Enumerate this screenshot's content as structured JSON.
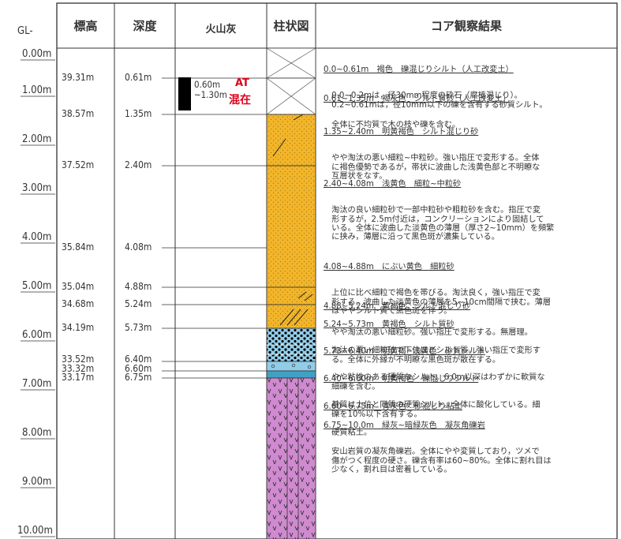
{
  "headers": {
    "gl": "GL-",
    "elevation": "標高",
    "depth": "深度",
    "tephra": "火山灰",
    "column": "柱状図",
    "observation": "コア観察結果"
  },
  "gl_ticks": [
    "0.00m",
    "1.00m",
    "2.00m",
    "3.00m",
    "4.00m",
    "5.00m",
    "6.00m",
    "7.00m",
    "8.00m",
    "9.00m",
    "10.00m"
  ],
  "boundaries": [
    {
      "elev": "39.31m",
      "depth": "0.61m"
    },
    {
      "elev": "38.57m",
      "depth": "1.35m"
    },
    {
      "elev": "37.52m",
      "depth": "2.40m"
    },
    {
      "elev": "35.84m",
      "depth": "4.08m"
    },
    {
      "elev": "35.04m",
      "depth": "4.88m"
    },
    {
      "elev": "34.68m",
      "depth": "5.24m"
    },
    {
      "elev": "34.19m",
      "depth": "5.73m"
    },
    {
      "elev": "33.52m",
      "depth": "6.40m"
    },
    {
      "elev": "33.32m",
      "depth": "6.60m"
    },
    {
      "elev": "33.17m",
      "depth": "6.75m"
    }
  ],
  "tephra": {
    "depth_range": "0.60m\n~1.30m",
    "name_line1": "AT",
    "name_line2": "混在",
    "accent_color": "#e0001b"
  },
  "observations": [
    {
      "title": "0.0~0.61m　褐色　礫混じりシルト（人工改変土）",
      "body": "　0.0~0.2mは，径30mm程度の砕石（腐植混じり）。\n　0.2~0.61mは，径10mm以下の礫を含有する砂質シルト。"
    },
    {
      "title": "0.61~1.35m　褐灰色　シルト質砂（人工改変土）",
      "body": "　全体に不均質で木の枝や礫を含む。"
    },
    {
      "title": "1.35~2.40m　明黄褐色　シルト混じり砂",
      "body": "　やや淘汰の悪い細粒~中粒砂。強い指圧で変形する。全体\n　に褐色優勢であるが，帯状に波曲した浅黄色部と不明瞭な\n　互層状をなす。"
    },
    {
      "title": "2.40~4.08m　浅黄色　細粒~中粒砂",
      "body": "　淘汰の良い細粒砂で一部中粒砂や粗粒砂を含む。指圧で変\n　形するが，2.5m付近は，コンクリーションにより固結して\n　いる。全体に波曲した淡黄色の薄層（厚さ2~10mm）を頻繁\n　に挟み，薄層に沿って黒色斑が濃集している。"
    },
    {
      "title": "4.08~4.88m　にぶい黄色　細粒砂",
      "body": "　上位に比べ細粒で褐色を帯びる。淘汰良く，強い指圧で変\n　形する。波曲した淡黄色の薄層を5~10cm間隔で挟む。薄層\n　はややシルト質で黒色斑を伴う。"
    },
    {
      "title": "4.88~5.24m　黄褐色　シルト混じり砂",
      "body": "　やや淘汰の悪い細粒砂。強い指圧で変形する。無層理。"
    },
    {
      "title": "5.24~5.73m　黄褐色　シルト質砂",
      "body": "　淘汰の悪い細粒砂で下位ほどシルト質。強い指圧で変形す\n　る。全体に外縁が不明瞭な黒色斑が散在する。"
    },
    {
      "title": "5.73~6.40m　明黄褐~浅黄色　砂質シルト",
      "body": "　やや粘性のある硬質なシルト。6.0m以深はわずかに軟質な\n　細礫を含む。"
    },
    {
      "title": "6.40~6.60m　明黄褐色　礫混じりシルト",
      "body": "　基質は上位と同質の硬質シルト。全体に酸化している。細\n　礫を10%以下含有する。"
    },
    {
      "title": "6.60~6.75m　青灰色　砂混じり粘土",
      "body": "　硬質粘土。"
    },
    {
      "title": "6.75~10.0m　緑灰~暗緑灰色　凝灰角礫岩",
      "body": "　安山岩質の凝灰角礫岩。全体にやや変質しており，ツメで\n　傷がつく程度の硬さ。礫含有率は60~80%。全体に割れ目は\n　少なく，割れ目は密着している。"
    }
  ],
  "colors": {
    "sand_yellow": "#f2b52a",
    "silt_blue": "#92cde8",
    "clay_teal": "#3fa2c4",
    "tuff_breccia": "#d08ad0"
  }
}
